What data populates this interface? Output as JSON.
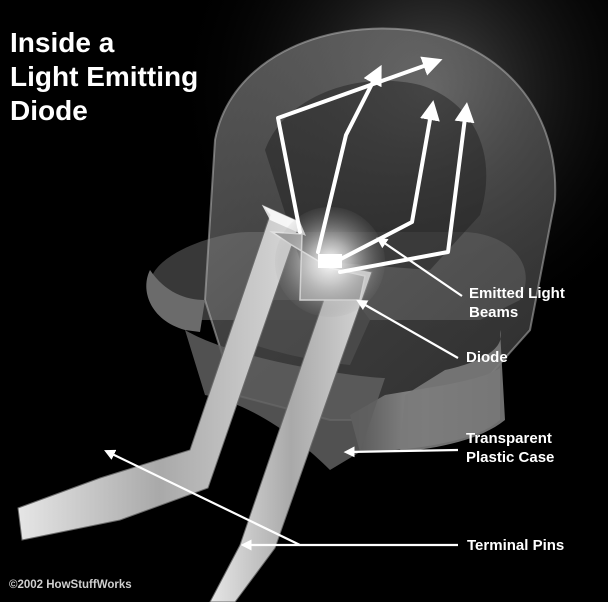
{
  "title": {
    "lines": [
      "Inside a",
      "Light Emitting",
      "Diode"
    ]
  },
  "callouts": {
    "emitted_light": [
      "Emitted Light",
      "Beams"
    ],
    "diode": [
      "Diode"
    ],
    "case": [
      "Transparent",
      "Plastic Case"
    ],
    "pins": [
      "Terminal Pins"
    ]
  },
  "credit": "©2002 HowStuffWorks",
  "colors": {
    "background": "#000000",
    "case": "#8a8a8a",
    "pin": "#bdbdbd",
    "beam": "#ffffff",
    "text": "#ffffff"
  }
}
